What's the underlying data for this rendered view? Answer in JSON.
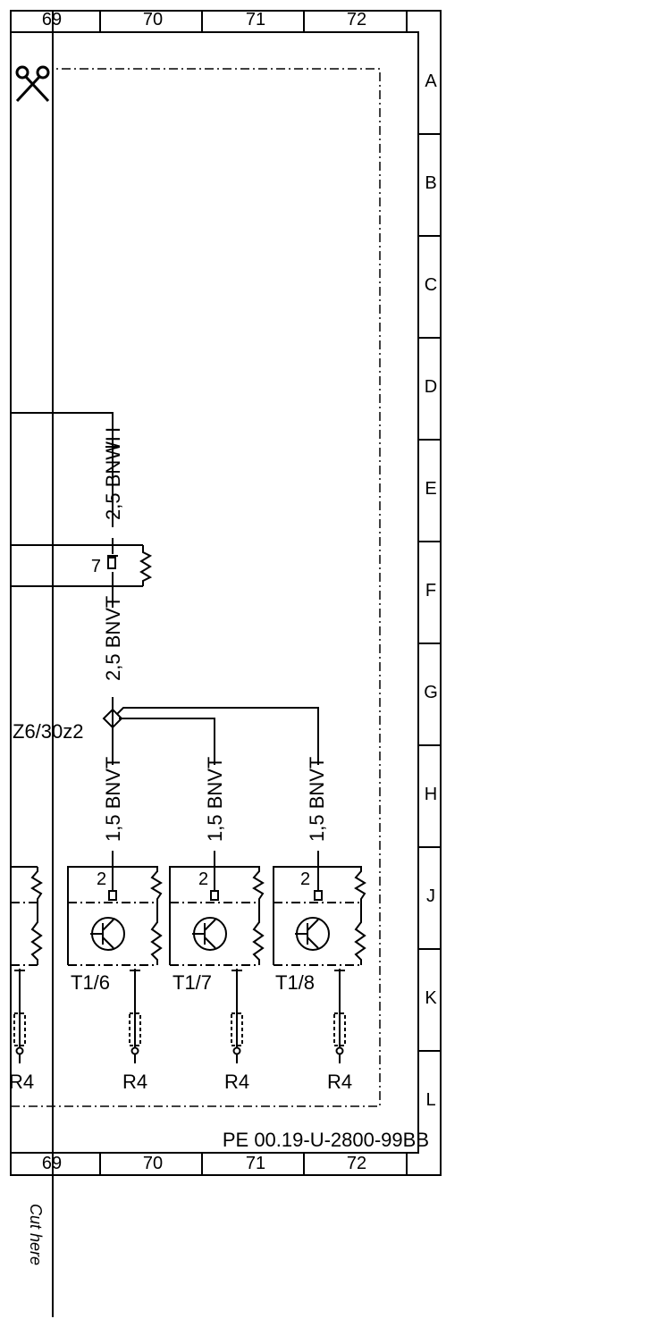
{
  "frame": {
    "columns": [
      "69",
      "70",
      "71",
      "72"
    ],
    "rows": [
      "A",
      "B",
      "C",
      "D",
      "E",
      "F",
      "G",
      "H",
      "J",
      "K",
      "L"
    ]
  },
  "drawing_number": "PE 00.19-U-2800-99BB",
  "cut_label": "Cut here",
  "main_wires": {
    "upper": "2,5 BNWH",
    "middle": "2,5 BNVT",
    "connector_pin": "7"
  },
  "splice": {
    "label": "Z6/30z2"
  },
  "branches": [
    {
      "wire": "1,5 BNVT",
      "pin": "2",
      "component": "T1/6",
      "resistor": "R4"
    },
    {
      "wire": "1,5 BNVT",
      "pin": "2",
      "component": "T1/7",
      "resistor": "R4"
    },
    {
      "wire": "1,5 BNVT",
      "pin": "2",
      "component": "T1/8",
      "resistor": "R4"
    }
  ],
  "edge_resistor": "R4"
}
